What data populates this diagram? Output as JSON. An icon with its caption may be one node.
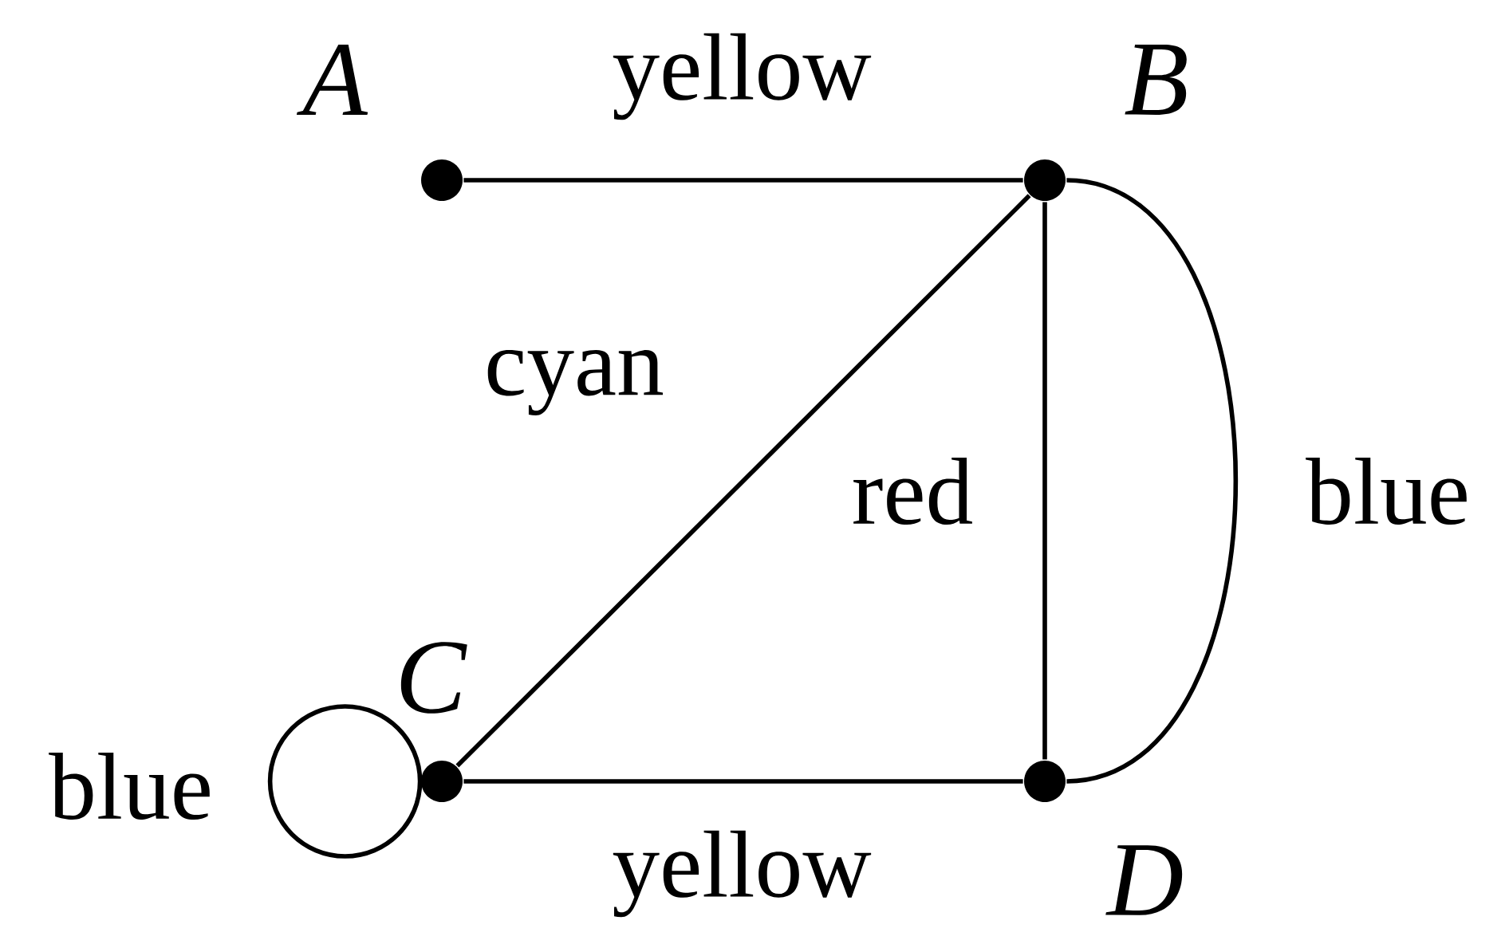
{
  "diagram": {
    "nodes": [
      {
        "text": [
          "A"
        ]
      },
      {
        "text": [
          "B"
        ]
      },
      {
        "text": [
          "C"
        ]
      },
      {
        "text": [
          "D"
        ]
      }
    ],
    "edges": [
      {
        "from": 0,
        "to": 1,
        "arrow": "none",
        "label": "yellow"
      },
      {
        "from": 1,
        "to": 2,
        "arrow": "none",
        "label": "cyan"
      },
      {
        "from": 1,
        "to": 3,
        "arrow": "none",
        "label": "red"
      },
      {
        "from": 1,
        "to": 3,
        "arrow": "none",
        "label": "blue"
      },
      {
        "from": 2,
        "to": 3,
        "arrow": "none",
        "label": "yellow"
      },
      {
        "from": 2,
        "to": 2,
        "arrow": "none",
        "label": "blue"
      }
    ]
  }
}
